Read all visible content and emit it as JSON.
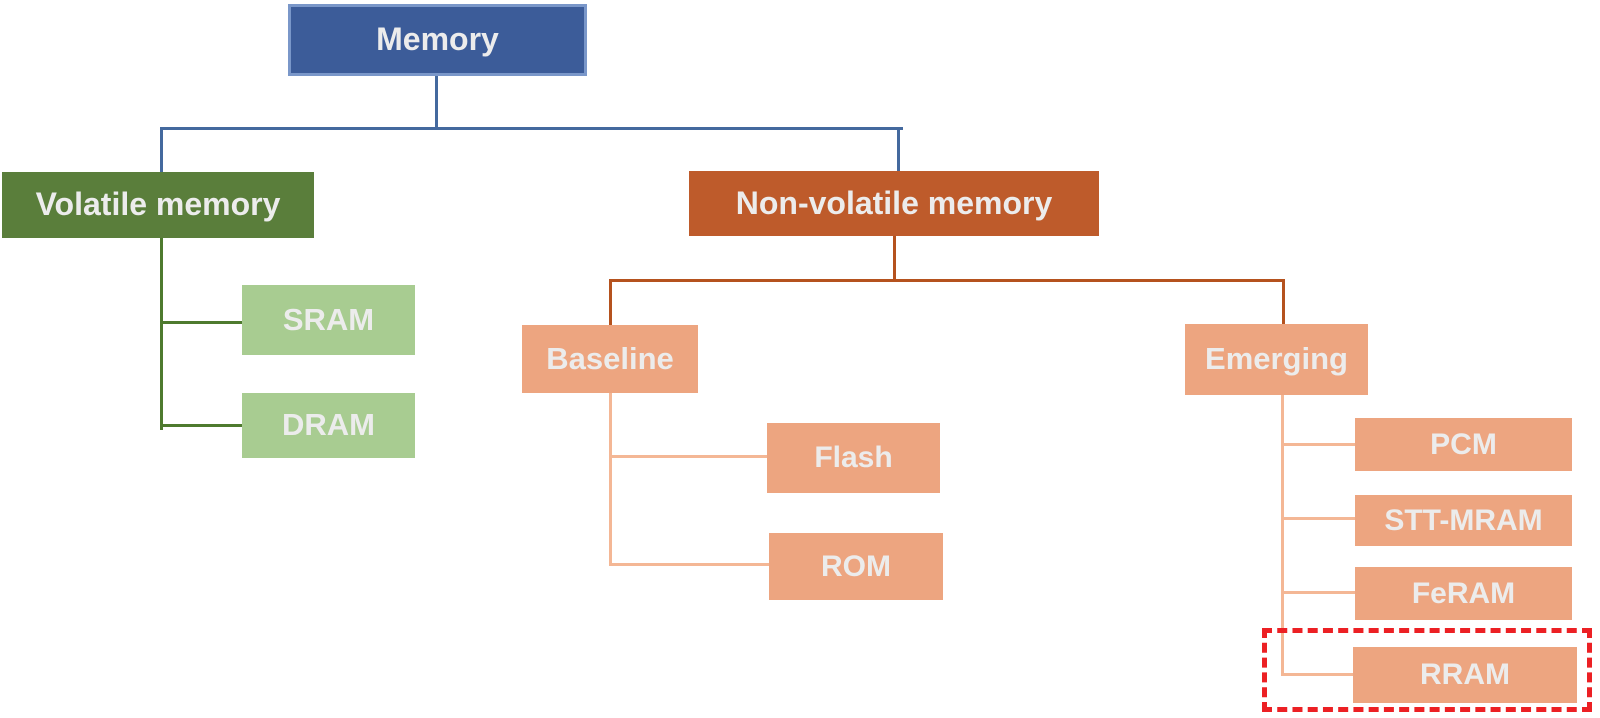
{
  "diagram": {
    "root": {
      "label": "Memory"
    },
    "volatile": {
      "label": "Volatile memory",
      "children": [
        {
          "label": "SRAM"
        },
        {
          "label": "DRAM"
        }
      ]
    },
    "nonvolatile": {
      "label": "Non-volatile memory",
      "baseline": {
        "label": "Baseline",
        "children": [
          {
            "label": "Flash"
          },
          {
            "label": "ROM"
          }
        ]
      },
      "emerging": {
        "label": "Emerging",
        "children": [
          {
            "label": "PCM"
          },
          {
            "label": "STT-MRAM"
          },
          {
            "label": "FeRAM"
          },
          {
            "label": "RRAM"
          }
        ]
      }
    },
    "highlight": {
      "target": "RRAM",
      "style": "red-dashed-outline"
    },
    "colors": {
      "root_fill": "#3c5c99",
      "root_border": "#7a97c9",
      "volatile_fill": "#5a7e3b",
      "volatile_child_fill": "#a8cc91",
      "nonvolatile_fill": "#be5b2b",
      "nonvolatile_child_fill": "#eda580",
      "connector_blue": "#44699e",
      "connector_green": "#4e7a2e",
      "connector_darkorange": "#b5521e",
      "connector_salmon": "#f4b795",
      "highlight_red": "#ec2024",
      "label_text": "#ececec"
    }
  }
}
